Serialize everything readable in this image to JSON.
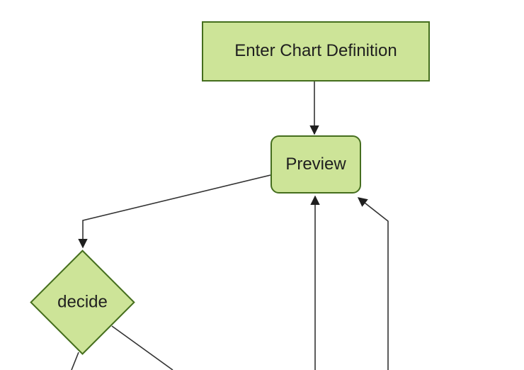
{
  "diagram": {
    "type": "flowchart-top-down",
    "background_color": "#ffffff",
    "node_fill_color": "#cde498",
    "node_border_color": "#456e1e",
    "edge_color": "#333333",
    "arrowhead_color": "#1f1f1f",
    "text_color": "#1f1f1f",
    "nodes": [
      {
        "id": "enter-chart-definition",
        "label": "Enter Chart Definition",
        "shape": "rectangle"
      },
      {
        "id": "preview",
        "label": "Preview",
        "shape": "rounded-rectangle"
      },
      {
        "id": "decide",
        "label": "decide",
        "shape": "diamond"
      }
    ],
    "edges": [
      {
        "from": "enter-chart-definition",
        "to": "preview",
        "arrowhead": true
      },
      {
        "from": "preview",
        "to": "decide",
        "arrowhead": true
      },
      {
        "from": "offscreen-bottom",
        "to": "preview",
        "arrowhead": true,
        "note": "vertical line entering preview bottom center"
      },
      {
        "from": "offscreen-bottom-right",
        "to": "preview",
        "arrowhead": true,
        "note": "vertical then diagonal line entering preview bottom-right corner"
      },
      {
        "from": "decide",
        "to": "offscreen-bottom-left",
        "arrowhead": false
      },
      {
        "from": "decide",
        "to": "offscreen-bottom-right",
        "arrowhead": false
      }
    ]
  }
}
